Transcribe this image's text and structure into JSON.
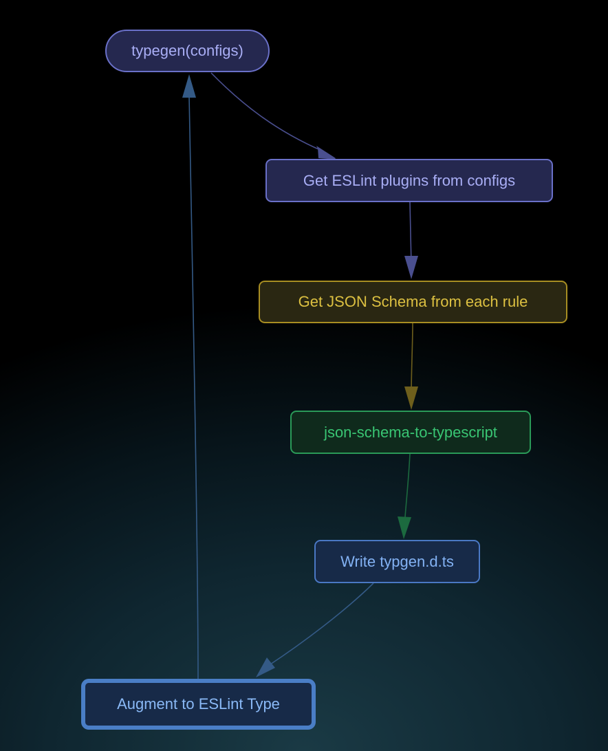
{
  "nodes": {
    "typegen": "typegen(configs)",
    "plugins": "Get ESLint plugins from configs",
    "schema": "Get JSON Schema from each rule",
    "convert": "json-schema-to-typescript",
    "write": "Write typgen.d.ts",
    "augment": "Augment to ESLint Type"
  },
  "colors": {
    "indigo": "#6a70c8",
    "yellow": "#a88e22",
    "green": "#2a9a58",
    "blue": "#4a78c4"
  }
}
